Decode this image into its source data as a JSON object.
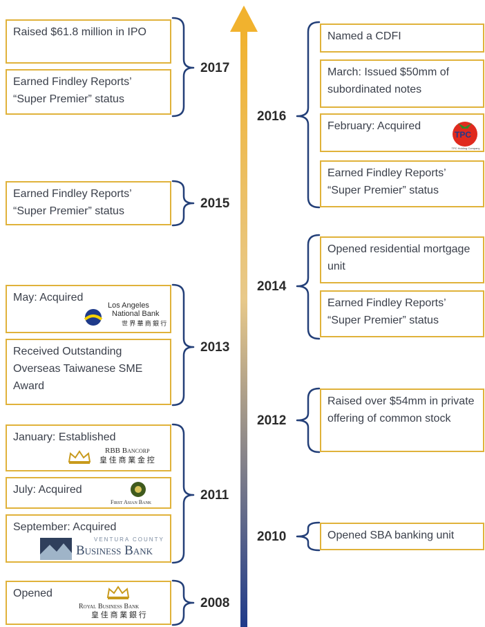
{
  "colors": {
    "box_border": "#e0b23a",
    "axis_top": "#f1b22e",
    "axis_bottom": "#1f3a8a",
    "bracket": "#233f78"
  },
  "left": {
    "y2017": {
      "year": "2017",
      "items": [
        "Raised $61.8 million in IPO",
        "Earned Findley Reports’ “Super Premier” status"
      ]
    },
    "y2015": {
      "year": "2015",
      "items": [
        "Earned Findley Reports’ “Super Premier” status"
      ]
    },
    "y2013": {
      "year": "2013",
      "item1": {
        "text": "May:  Acquired",
        "logo": {
          "line1": "Los Angeles",
          "line2": "National Bank",
          "line3": "世 界 華 商 銀 行"
        }
      },
      "item2": "Received Outstanding Overseas Taiwanese SME Award"
    },
    "y2011": {
      "year": "2011",
      "item1": {
        "text": "January:  Established",
        "logo": {
          "line1": "RBB Bancorp",
          "line2": "皇 佳 商 業 金 控"
        }
      },
      "item2": {
        "text": "July:  Acquired",
        "logo": {
          "line1": "First Asian Bank"
        }
      },
      "item3": {
        "text": "September:  Acquired",
        "logo": {
          "line1": "VENTURA COUNTY",
          "line2": "Business Bank"
        }
      }
    },
    "y2008": {
      "year": "2008",
      "item1": {
        "text": "Opened",
        "logo": {
          "line1": "Royal Business Bank",
          "line2": "皇 佳 商 業 銀 行"
        }
      }
    }
  },
  "right": {
    "y2016": {
      "year": "2016",
      "items": [
        "Named a CDFI",
        "March:  Issued $50mm of subordinated notes"
      ],
      "feb": {
        "text": "February:  Acquired",
        "logo": {
          "line1": "TPC",
          "line2": "TPC Holding Company"
        }
      },
      "last": "Earned Findley Reports’ “Super Premier” status"
    },
    "y2014": {
      "year": "2014",
      "items": [
        "Opened residential mortgage unit",
        "Earned Findley Reports’ “Super Premier” status"
      ]
    },
    "y2012": {
      "year": "2012",
      "items": [
        "Raised over $54mm in private offering of common stock"
      ]
    },
    "y2010": {
      "year": "2010",
      "items": [
        "Opened SBA banking unit"
      ]
    }
  }
}
